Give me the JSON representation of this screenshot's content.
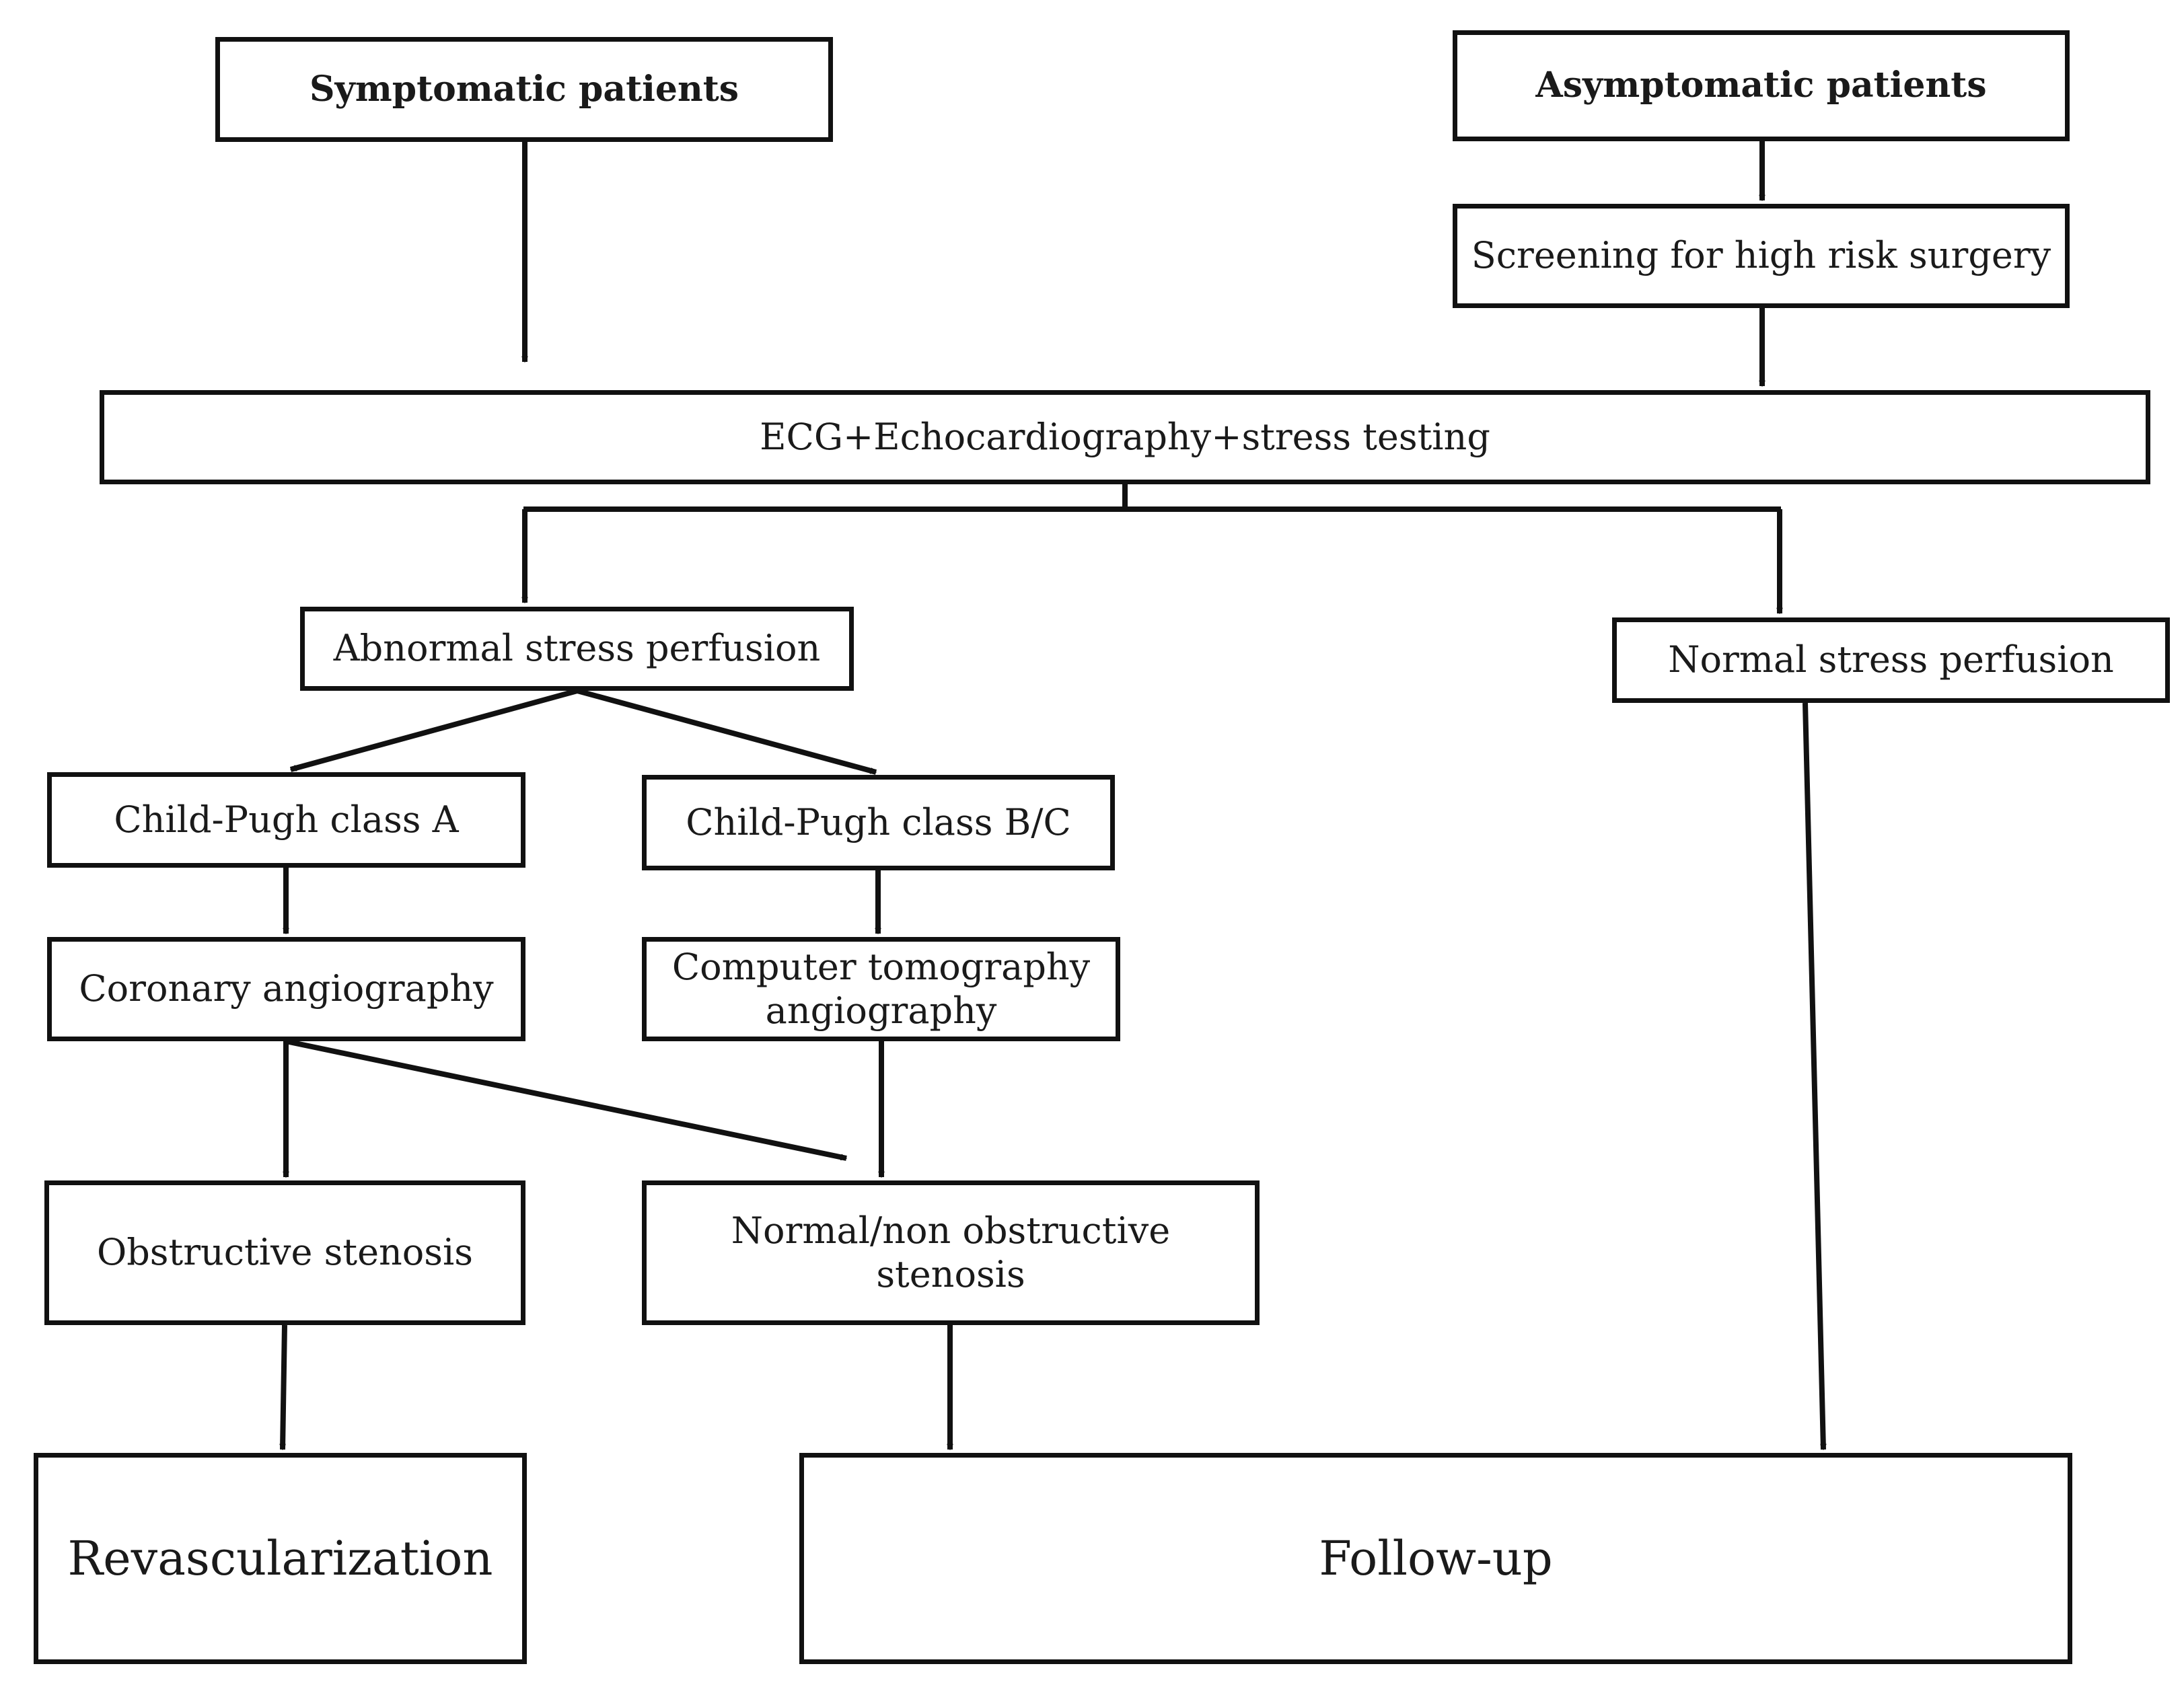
{
  "nodes": {
    "symptomatic": "Symptomatic patients",
    "asymptomatic": "Asymptomatic patients",
    "screening": "Screening for high risk surgery",
    "ecg": "ECG+Echocardiography+stress testing",
    "abnormal_perfusion": "Abnormal stress perfusion",
    "normal_perfusion": "Normal stress perfusion",
    "child_pugh_a": "Child-Pugh class A",
    "child_pugh_bc": "Child-Pugh class B/C",
    "coronary_angiography": "Coronary angiography",
    "ct_angiography_line1": "Computer tomography",
    "ct_angiography_line2": "angiography",
    "obstructive": "Obstructive stenosis",
    "normal_nonobstructive_line1": "Normal/non obstructive",
    "normal_nonobstructive_line2": "stenosis",
    "revascularization": "Revascularization",
    "follow_up": "Follow-up"
  },
  "edges": [
    {
      "from": "symptomatic",
      "to": "ecg"
    },
    {
      "from": "asymptomatic",
      "to": "screening"
    },
    {
      "from": "screening",
      "to": "ecg"
    },
    {
      "from": "ecg",
      "to": "abnormal_perfusion"
    },
    {
      "from": "ecg",
      "to": "normal_perfusion"
    },
    {
      "from": "abnormal_perfusion",
      "to": "child_pugh_a"
    },
    {
      "from": "abnormal_perfusion",
      "to": "child_pugh_bc"
    },
    {
      "from": "child_pugh_a",
      "to": "coronary_angiography"
    },
    {
      "from": "child_pugh_bc",
      "to": "ct_angiography"
    },
    {
      "from": "coronary_angiography",
      "to": "obstructive"
    },
    {
      "from": "coronary_angiography",
      "to": "normal_nonobstructive"
    },
    {
      "from": "ct_angiography",
      "to": "normal_nonobstructive"
    },
    {
      "from": "obstructive",
      "to": "revascularization"
    },
    {
      "from": "normal_nonobstructive",
      "to": "follow_up"
    },
    {
      "from": "normal_perfusion",
      "to": "follow_up"
    }
  ]
}
